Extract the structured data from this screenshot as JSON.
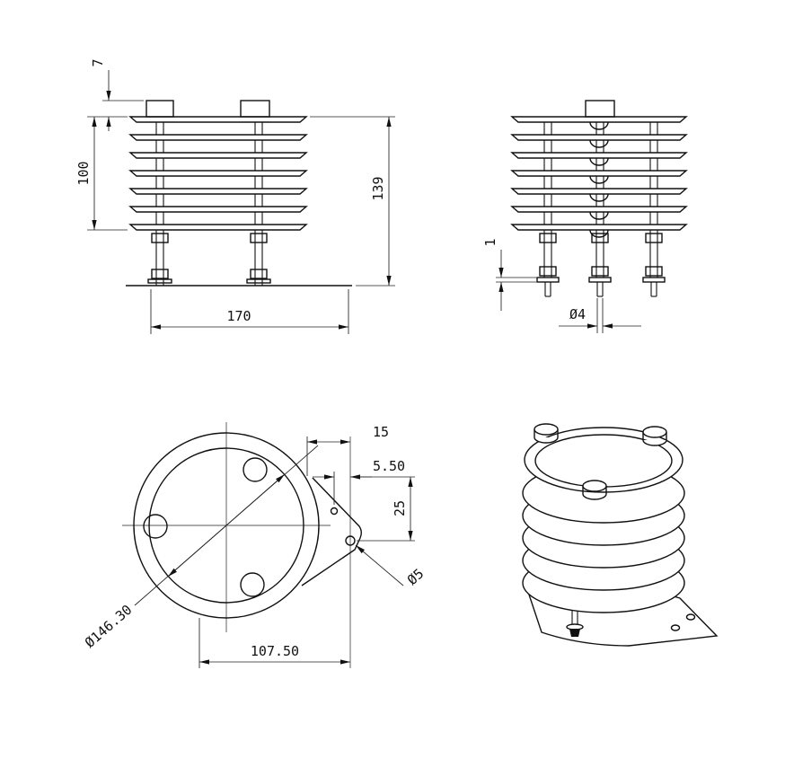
{
  "front_view": {
    "dim_tab_height": "7",
    "dim_stack_height": "100",
    "dim_overall_height": "139",
    "dim_base_width": "170"
  },
  "side_view": {
    "dim_washer_thickness": "1",
    "dim_bolt_dia": "Ø4"
  },
  "bottom_view": {
    "dim_hole_offset": "15",
    "dim_hole_offset_minor": "5.50",
    "dim_hole_spacing": "25",
    "dim_hole_dia": "Ø5",
    "dim_shield_dia": "Ø146.30",
    "dim_bracket_offset": "107.50"
  }
}
